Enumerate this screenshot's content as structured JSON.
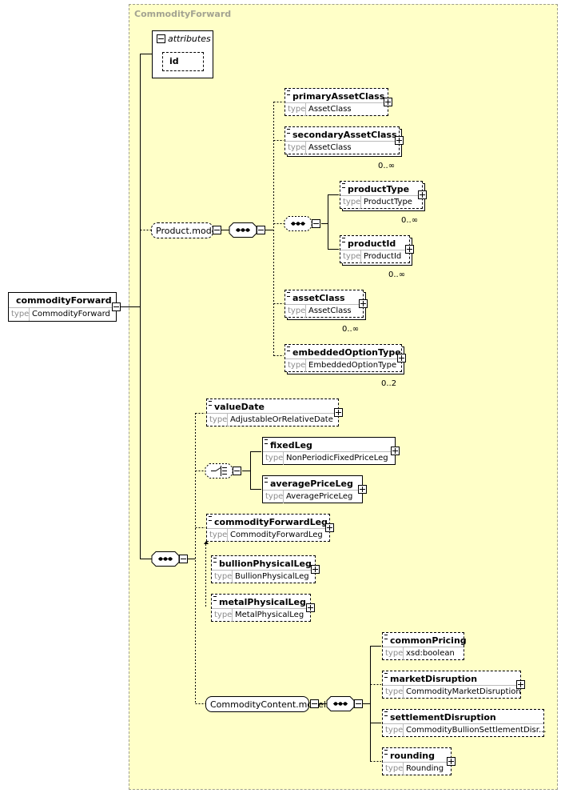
{
  "complex_type": {
    "label": "CommodityForward"
  },
  "type_key": "type",
  "root": {
    "name": "commodityForward",
    "type": "CommodityForward"
  },
  "attributes": {
    "title": "attributes",
    "items": [
      "id"
    ]
  },
  "groups": {
    "product_model": "Product.model",
    "commodity_content_model": "CommodityContent.model"
  },
  "elements": {
    "primaryAssetClass": {
      "name": "primaryAssetClass",
      "type": "AssetClass"
    },
    "secondaryAssetClass": {
      "name": "secondaryAssetClass",
      "type": "AssetClass",
      "occurs": "0..∞"
    },
    "productType": {
      "name": "productType",
      "type": "ProductType",
      "occurs": "0..∞"
    },
    "productId": {
      "name": "productId",
      "type": "ProductId",
      "occurs": "0..∞"
    },
    "assetClass": {
      "name": "assetClass",
      "type": "AssetClass",
      "occurs": "0..∞"
    },
    "embeddedOptionType": {
      "name": "embeddedOptionType",
      "type": "EmbeddedOptionType",
      "occurs": "0..2"
    },
    "valueDate": {
      "name": "valueDate",
      "type": "AdjustableOrRelativeDate"
    },
    "fixedLeg": {
      "name": "fixedLeg",
      "type": "NonPeriodicFixedPriceLeg"
    },
    "averagePriceLeg": {
      "name": "averagePriceLeg",
      "type": "AveragePriceLeg"
    },
    "commodityForwardLeg": {
      "name": "commodityForwardLeg",
      "type": "CommodityForwardLeg"
    },
    "bullionPhysicalLeg": {
      "name": "bullionPhysicalLeg",
      "type": "BullionPhysicalLeg"
    },
    "metalPhysicalLeg": {
      "name": "metalPhysicalLeg",
      "type": "MetalPhysicalLeg"
    },
    "commonPricing": {
      "name": "commonPricing",
      "type": "xsd:boolean"
    },
    "marketDisruption": {
      "name": "marketDisruption",
      "type": "CommodityMarketDisruption"
    },
    "settlementDisruption": {
      "name": "settlementDisruption",
      "type": "CommodityBullionSettlementDisr..."
    },
    "rounding": {
      "name": "rounding",
      "type": "Rounding"
    }
  },
  "colors": {
    "panel": "#ffffc8",
    "panel_border": "#a0a08c",
    "line": "#000000"
  }
}
